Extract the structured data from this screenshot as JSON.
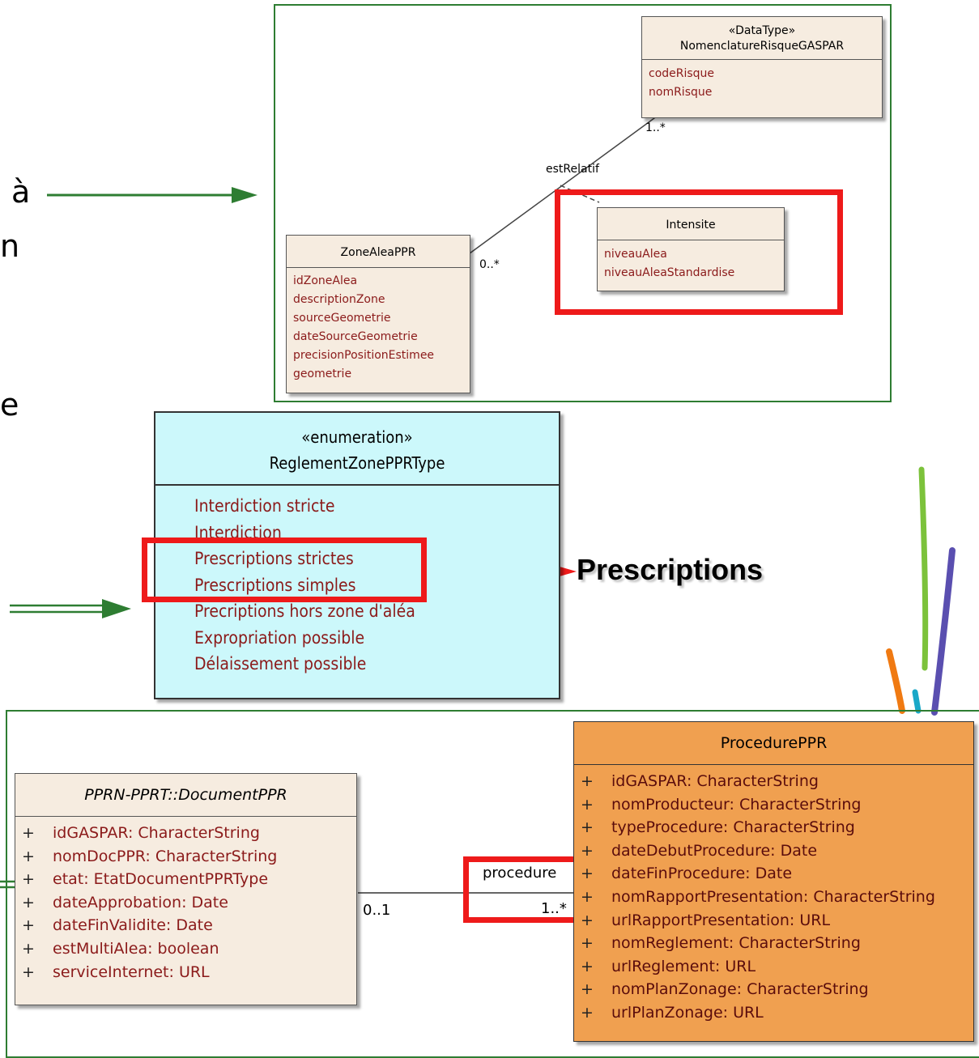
{
  "left_text": {
    "a": "à",
    "n": "n",
    "e": "e"
  },
  "nomenclature": {
    "stereotype": "«DataType»",
    "name": "NomenclatureRisqueGASPAR",
    "attributes": [
      "codeRisque",
      "nomRisque"
    ]
  },
  "intensite": {
    "name": "Intensite",
    "attributes": [
      "niveauAlea",
      "niveauAleaStandardise"
    ]
  },
  "zone_alea": {
    "name": "ZoneAleaPPR",
    "attributes": [
      "idZoneAlea",
      "descriptionZone",
      "sourceGeometrie",
      "dateSourceGeometrie",
      "precisionPositionEstimee",
      "geometrie"
    ]
  },
  "association_top": {
    "name": "estRelatif",
    "mult_source": "0..*",
    "mult_target": "1..*"
  },
  "enumeration": {
    "stereotype": "«enumeration»",
    "name": "ReglementZonePPRType",
    "literals": [
      "Interdiction stricte",
      "Interdiction",
      "Prescriptions strictes",
      "Prescriptions simples",
      "Precriptions hors zone d'aléa",
      "Expropriation possible",
      "Délaissement possible"
    ]
  },
  "callout": {
    "label": "Prescriptions"
  },
  "document": {
    "name": "PPRN-PPRT::DocumentPPR",
    "attributes": [
      {
        "vis": "+",
        "text": "idGASPAR: CharacterString"
      },
      {
        "vis": "+",
        "text": "nomDocPPR: CharacterString"
      },
      {
        "vis": "+",
        "text": "etat: EtatDocumentPPRType"
      },
      {
        "vis": "+",
        "text": "dateApprobation: Date"
      },
      {
        "vis": "+",
        "text": "dateFinValidite: Date"
      },
      {
        "vis": "+",
        "text": "estMultiAlea: boolean"
      },
      {
        "vis": "+",
        "text": "serviceInternet: URL"
      }
    ]
  },
  "association_bottom": {
    "role": "procedure",
    "mult_source": "0..1",
    "mult_target": "1..*"
  },
  "procedure": {
    "name": "ProcedurePPR",
    "attributes": [
      {
        "vis": "+",
        "text": "idGASPAR: CharacterString"
      },
      {
        "vis": "+",
        "text": "nomProducteur: CharacterString"
      },
      {
        "vis": "+",
        "text": "typeProcedure: CharacterString"
      },
      {
        "vis": "+",
        "text": "dateDebutProcedure: Date"
      },
      {
        "vis": "+",
        "text": "dateFinProcedure: Date"
      },
      {
        "vis": "+",
        "text": "nomRapportPresentation: CharacterString"
      },
      {
        "vis": "+",
        "text": "urlRapportPresentation: URL"
      },
      {
        "vis": "+",
        "text": "nomReglement: CharacterString"
      },
      {
        "vis": "+",
        "text": "urlReglement: URL"
      },
      {
        "vis": "+",
        "text": "nomPlanZonage: CharacterString"
      },
      {
        "vis": "+",
        "text": "urlPlanZonage: URL"
      }
    ]
  },
  "colors": {
    "frame": "#2e7d32",
    "highlight": "#ee1a1a",
    "enum_bg": "#ccf8fb",
    "class_bg": "#f6ece0",
    "procedure_bg": "#f0a050"
  }
}
